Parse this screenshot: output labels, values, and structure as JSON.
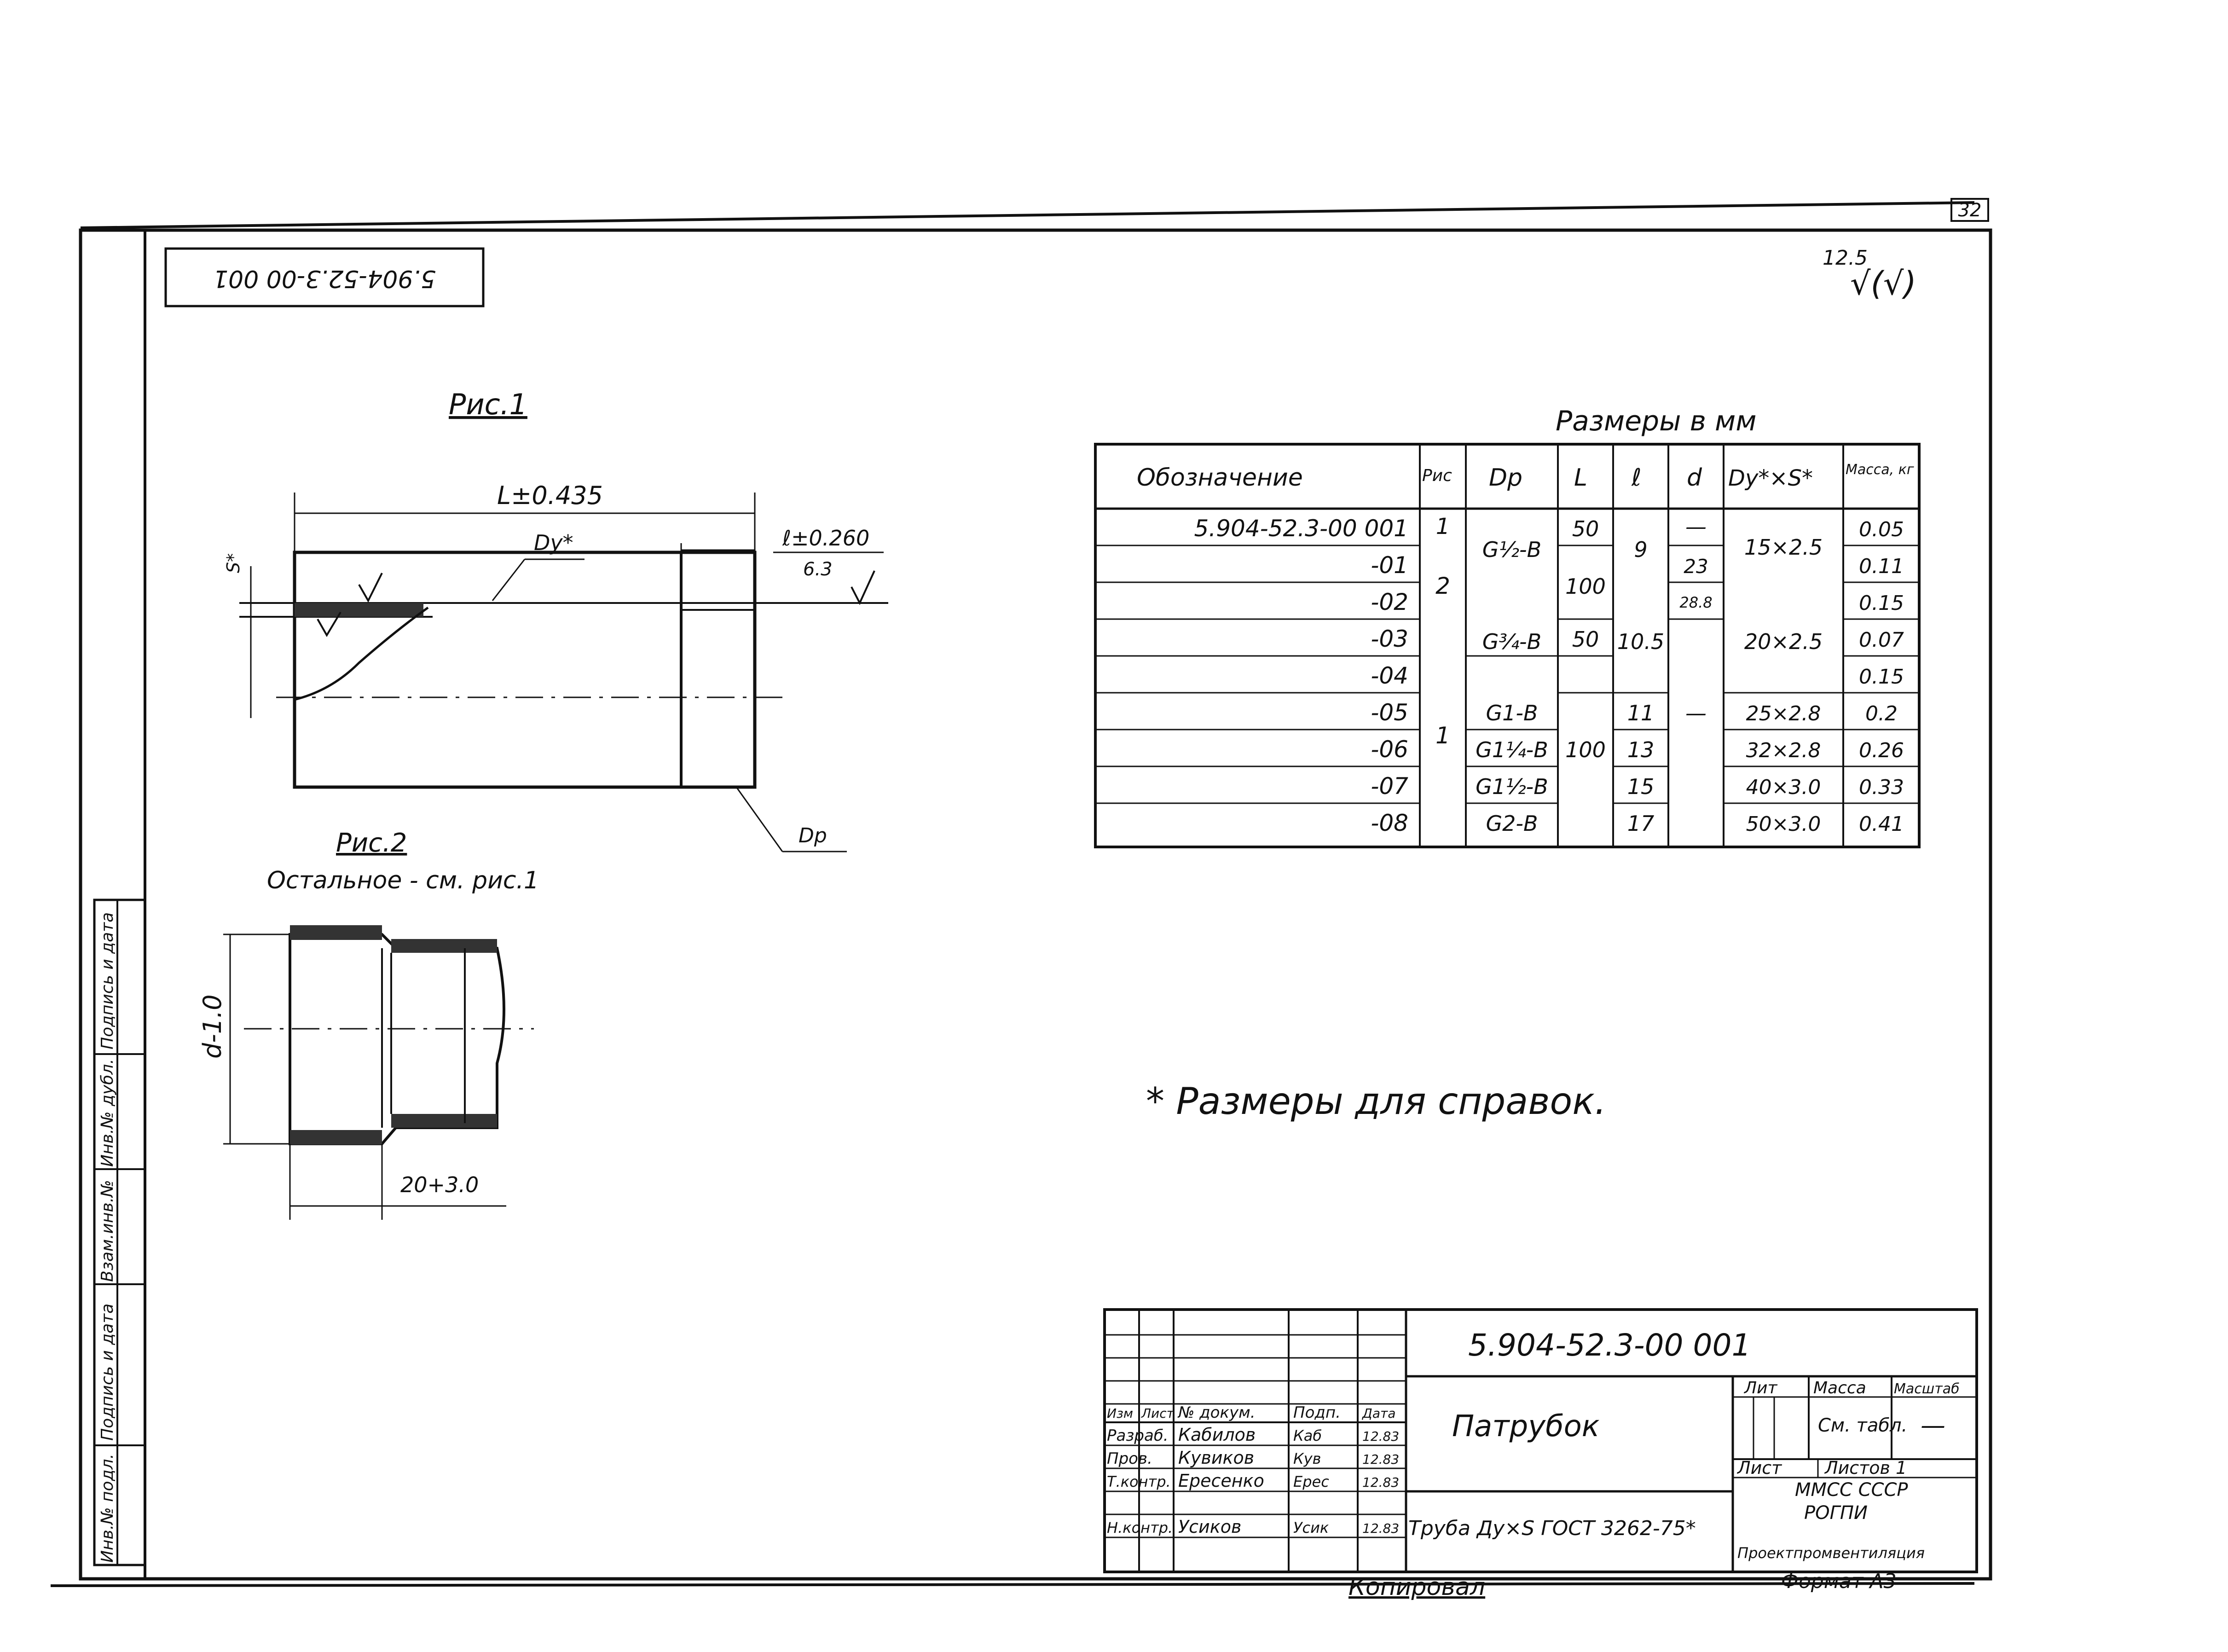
{
  "page_number": "32",
  "stamp": "5.904-52.3-00 001",
  "roughness": {
    "value": "12.5",
    "symbol": "√(√)"
  },
  "fig1": {
    "title": "Рис.1",
    "dim_L": "L±0.435",
    "dim_Dy": "Dу*",
    "dim_l": "ℓ±0.260",
    "rough": "6.3",
    "dim_S": "S*",
    "dim_Dp": "Dр"
  },
  "fig2": {
    "title": "Рис.2",
    "note": "Остальное - см. рис.1",
    "dim_d": "d-1.0",
    "dim_len": "20+3.0"
  },
  "table": {
    "caption": "Размеры в мм",
    "headers": [
      "Обозначение",
      "Рис",
      "Dр",
      "L",
      "ℓ",
      "d",
      "Dу*×S*",
      "Масса, кг"
    ],
    "rows": [
      {
        "code": "5.904-52.3-00 001",
        "fig": "1",
        "dp": "G½-B",
        "L": "50",
        "l": "9",
        "d": "—",
        "dys": "15×2.5",
        "mass": "0.05"
      },
      {
        "code": "-01",
        "fig": "2",
        "dp": "",
        "L": "100",
        "l": "",
        "d": "23",
        "dys": "",
        "mass": "0.11"
      },
      {
        "code": "-02",
        "fig": "",
        "dp": "",
        "L": "",
        "l": "",
        "d": "28.8",
        "dys": "",
        "mass": "0.15"
      },
      {
        "code": "-03",
        "fig": "",
        "dp": "G¾-B",
        "L": "50",
        "l": "10.5",
        "d": "",
        "dys": "20×2.5",
        "mass": "0.07"
      },
      {
        "code": "-04",
        "fig": "",
        "dp": "",
        "L": "",
        "l": "",
        "d": "",
        "dys": "",
        "mass": "0.15"
      },
      {
        "code": "-05",
        "fig": "1",
        "dp": "G1-B",
        "L": "100",
        "l": "11",
        "d": "—",
        "dys": "25×2.8",
        "mass": "0.2"
      },
      {
        "code": "-06",
        "fig": "",
        "dp": "G1¼-B",
        "L": "",
        "l": "13",
        "d": "",
        "dys": "32×2.8",
        "mass": "0.26"
      },
      {
        "code": "-07",
        "fig": "",
        "dp": "G1½-B",
        "L": "",
        "l": "15",
        "d": "",
        "dys": "40×3.0",
        "mass": "0.33"
      },
      {
        "code": "-08",
        "fig": "",
        "dp": "G2-B",
        "L": "",
        "l": "17",
        "d": "",
        "dys": "50×3.0",
        "mass": "0.41"
      }
    ]
  },
  "note": "* Размеры для справок.",
  "side_strip": [
    "Подпись и дата",
    "Инв.№ дубл.",
    "Взам.инв.№",
    "Подпись и дата",
    "Инв.№ подл."
  ],
  "title_block": {
    "doc_code": "5.904-52.3-00 001",
    "name": "Патрубок",
    "material": "Труба Ду×S ГОСТ 3262-75*",
    "col_headers": [
      "Изм",
      "Лист",
      "№ докум.",
      "Подп.",
      "Дата"
    ],
    "people": [
      {
        "role": "Разраб.",
        "name": "Кабилов",
        "sign": "Каб",
        "date": "12.83"
      },
      {
        "role": "Пров.",
        "name": "Кувиков",
        "sign": "Кув",
        "date": "12.83"
      },
      {
        "role": "Т.контр.",
        "name": "Ересенко",
        "sign": "Ерес",
        "date": "12.83"
      },
      {
        "role": "Н.контр.",
        "name": "Усиков",
        "sign": "Усик",
        "date": "12.83"
      }
    ],
    "lit_header": "Лит",
    "mass_header": "Масса",
    "scale_header": "Масштаб",
    "mass_value": "См. табл.",
    "scale_value": "—",
    "sheet_label": "Лист",
    "sheets_label": "Листов 1",
    "org1": "ММСС СССР",
    "org2": "РОГПИ",
    "org3": "Проектпромвентиляция",
    "format": "Формат А3",
    "copied": "Копировал"
  }
}
